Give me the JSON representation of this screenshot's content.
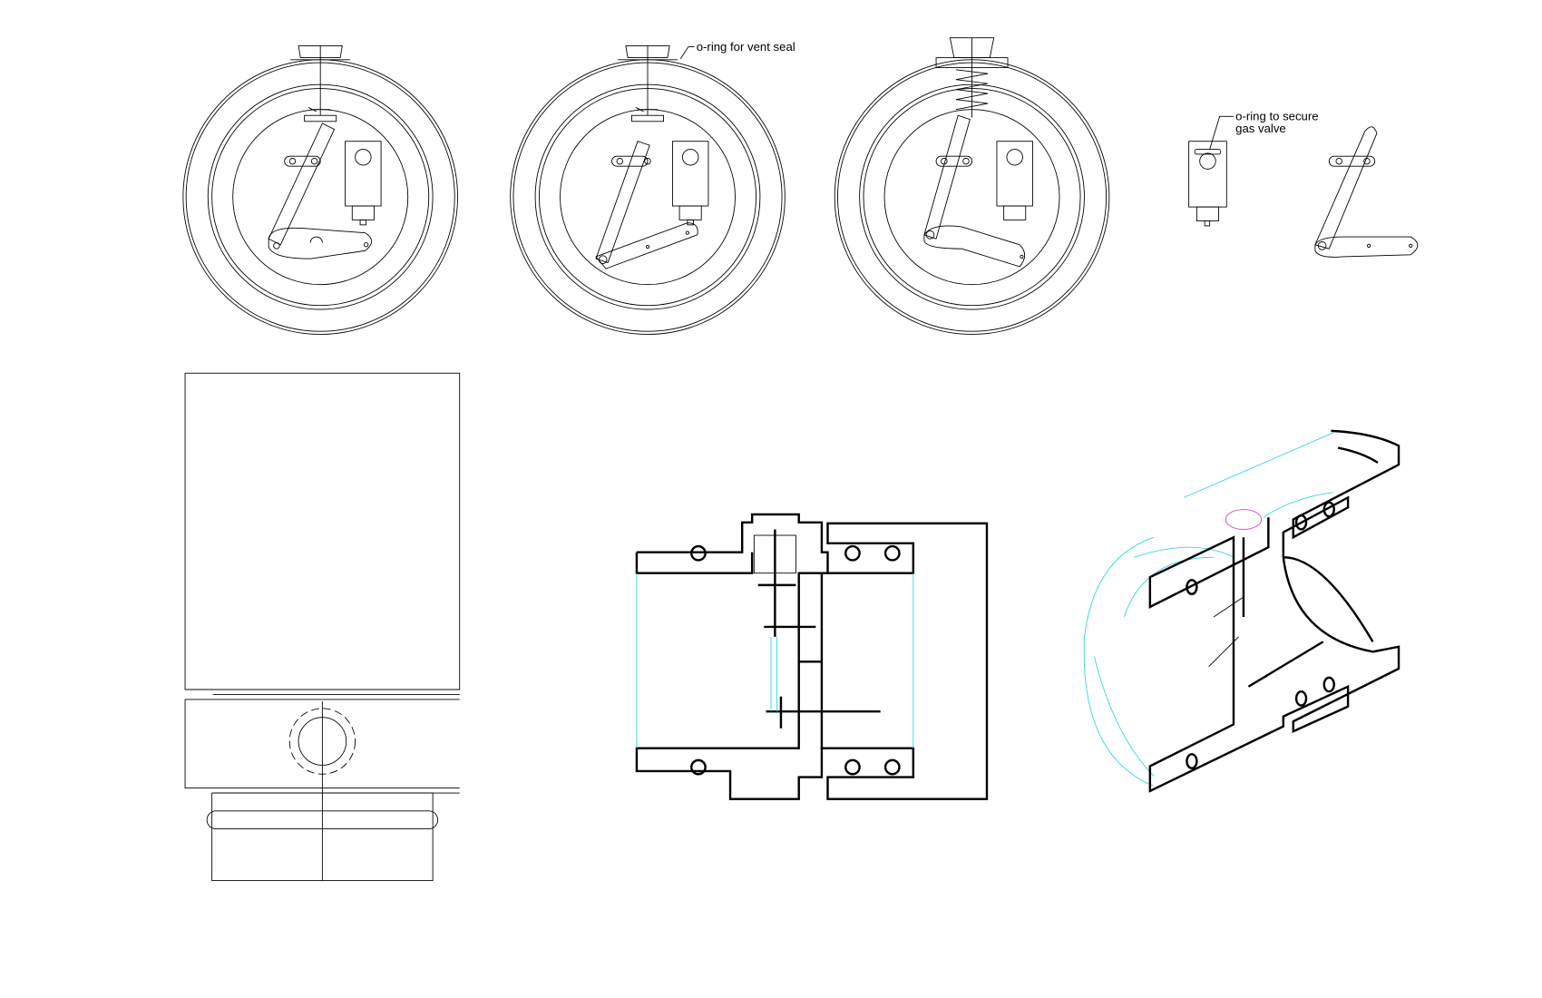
{
  "drawing": {
    "labels": {
      "vent_seal": "o-ring for vent seal",
      "gas_valve_line1": "o-ring to secure",
      "gas_valve_line2": "gas valve"
    },
    "colors": {
      "line": "#000000",
      "hidden": "#2fd6e0",
      "accent": "#cc44cc"
    }
  }
}
